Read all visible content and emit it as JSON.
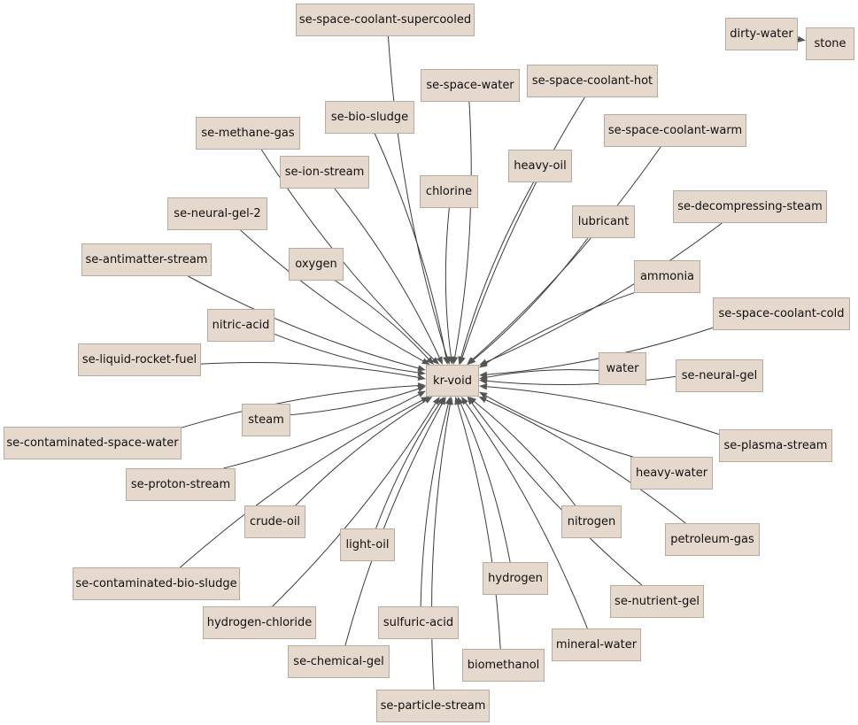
{
  "graph": {
    "center": "kr-void",
    "sources": [
      "se-space-coolant-supercooled",
      "se-space-water",
      "se-space-coolant-hot",
      "se-bio-sludge",
      "se-methane-gas",
      "se-space-coolant-warm",
      "heavy-oil",
      "se-ion-stream",
      "chlorine",
      "se-decompressing-steam",
      "se-neural-gel-2",
      "lubricant",
      "se-antimatter-stream",
      "oxygen",
      "ammonia",
      "se-space-coolant-cold",
      "nitric-acid",
      "se-liquid-rocket-fuel",
      "water",
      "se-neural-gel",
      "steam",
      "se-contaminated-space-water",
      "se-plasma-stream",
      "heavy-water",
      "se-proton-stream",
      "crude-oil",
      "nitrogen",
      "light-oil",
      "petroleum-gas",
      "se-contaminated-bio-sludge",
      "hydrogen",
      "se-nutrient-gel",
      "hydrogen-chloride",
      "sulfuric-acid",
      "mineral-water",
      "se-chemical-gel",
      "biomethanol",
      "se-particle-stream"
    ],
    "extra_edge": {
      "from": "dirty-water",
      "to": "stone"
    }
  },
  "colors": {
    "node_fill": "#e5d8cc",
    "node_border": "#b8aa9d",
    "edge": "#3b3b3b",
    "arrow": "#555555"
  }
}
